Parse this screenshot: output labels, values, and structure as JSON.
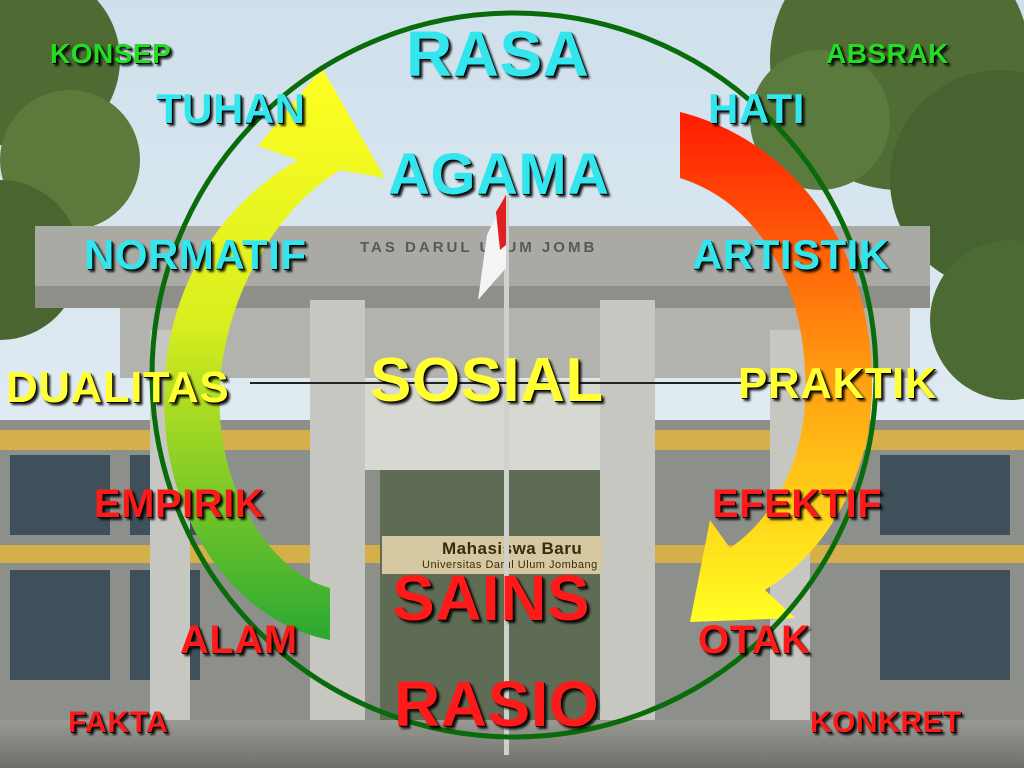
{
  "colors": {
    "label_cyan": "#33e6ee",
    "label_green": "#22dd22",
    "label_yellow": "#ffff33",
    "label_red": "#ff1a1a",
    "circle": "#0a6b0a",
    "arrow_left_top": "#ffff22",
    "arrow_left_bottom": "#2aa832",
    "arrow_right_top": "#ff1a00",
    "arrow_right_bottom": "#ffff22"
  },
  "building": {
    "sign_text": "TAS DARUL ULUM JOMB",
    "banner_title": "Mahasiswa Baru",
    "banner_subtitle": "Universitas Darul Ulum Jombang"
  },
  "labels": {
    "konsep": "KONSEP",
    "absrak": "ABSRAK",
    "rasa": "RASA",
    "tuhan": "TUHAN",
    "hati": "HATI",
    "agama": "AGAMA",
    "normatif": "NORMATIF",
    "artistik": "ARTISTIK",
    "dualitas": "DUALITAS",
    "sosial": "SOSIAL",
    "praktik": "PRAKTIK",
    "empirik": "EMPIRIK",
    "efektif": "EFEKTIF",
    "sains": "SAINS",
    "alam": "ALAM",
    "otak": "OTAK",
    "rasio": "RASIO",
    "fakta": "FAKTA",
    "konkret": "KONKRET"
  }
}
